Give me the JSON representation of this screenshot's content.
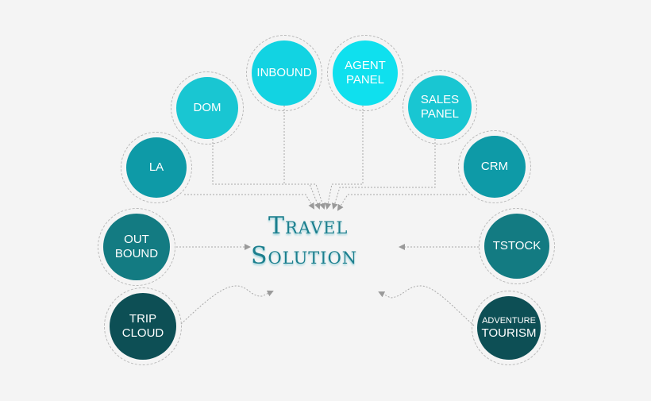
{
  "title": {
    "line1": "Travel",
    "line2": "Solution"
  },
  "nodes": [
    {
      "id": "la",
      "lines": [
        "LA"
      ],
      "color": "#0e9aa7"
    },
    {
      "id": "dom",
      "lines": [
        "DOM"
      ],
      "color": "#19c6d2"
    },
    {
      "id": "inbound",
      "lines": [
        "INBOUND"
      ],
      "color": "#12d3e2"
    },
    {
      "id": "agent-panel",
      "lines": [
        "AGENT",
        "PANEL"
      ],
      "color": "#0fe0ee"
    },
    {
      "id": "sales-panel",
      "lines": [
        "SALES",
        "PANEL"
      ],
      "color": "#19c6d2"
    },
    {
      "id": "crm",
      "lines": [
        "CRM"
      ],
      "color": "#0e9aa7"
    },
    {
      "id": "out-bound",
      "lines": [
        "OUT",
        "BOUND"
      ],
      "color": "#137b82"
    },
    {
      "id": "tstock",
      "lines": [
        "TSTOCK"
      ],
      "color": "#137b82"
    },
    {
      "id": "trip-cloud",
      "lines": [
        "TRIP",
        "CLOUD"
      ],
      "color": "#0d4f55"
    },
    {
      "id": "adventure-tourism",
      "lines": [
        "ADVENTURE",
        "TOURISM"
      ],
      "color": "#0d4f55"
    }
  ]
}
